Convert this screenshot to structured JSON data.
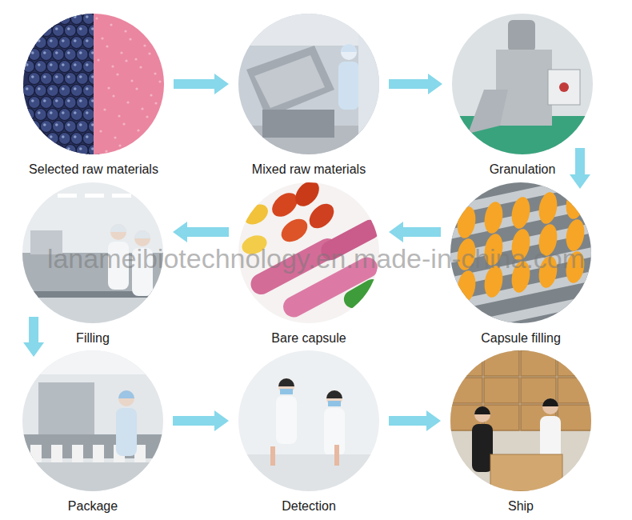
{
  "diagram": {
    "nodes": [
      {
        "text": [
          "Selected raw materials"
        ]
      },
      {
        "text": [
          "Mixed raw materials"
        ]
      },
      {
        "text": [
          "Granulation"
        ]
      },
      {
        "text": [
          "Filling"
        ]
      },
      {
        "text": [
          "Bare capsule"
        ]
      },
      {
        "text": [
          "Capsule filling"
        ]
      },
      {
        "text": [
          "Package"
        ]
      },
      {
        "text": [
          "Detection"
        ]
      },
      {
        "text": [
          "Ship"
        ]
      }
    ],
    "edges": [
      {
        "from": 0,
        "to": 1,
        "arrow": "to"
      },
      {
        "from": 1,
        "to": 2,
        "arrow": "to"
      },
      {
        "from": 2,
        "to": 5,
        "arrow": "to"
      },
      {
        "from": 5,
        "to": 4,
        "arrow": "to"
      },
      {
        "from": 4,
        "to": 3,
        "arrow": "to"
      },
      {
        "from": 3,
        "to": 6,
        "arrow": "to"
      },
      {
        "from": 6,
        "to": 7,
        "arrow": "to"
      },
      {
        "from": 7,
        "to": 8,
        "arrow": "to"
      }
    ],
    "labels": [
      "lanameibiotechnology.en.made-in-china.com"
    ]
  }
}
